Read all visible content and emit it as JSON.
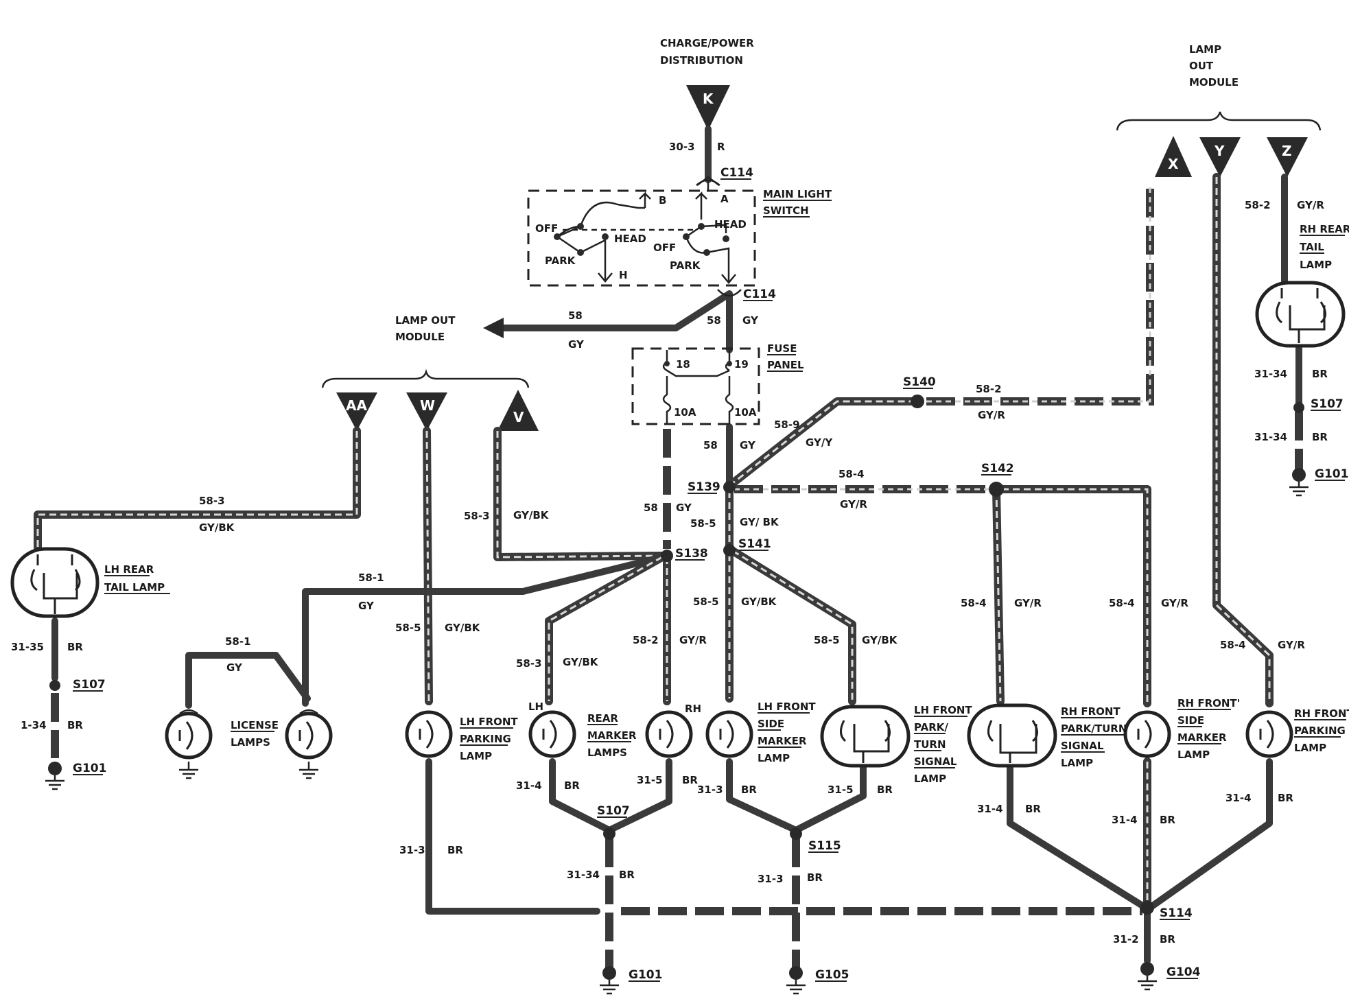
{
  "title_block": {
    "source_label_line1": "CHARGE/POWER",
    "source_label_line2": "DISTRIBUTION",
    "lamp_out_right_line1": "LAMP",
    "lamp_out_right_line2": "OUT",
    "lamp_out_right_line3": "MODULE",
    "lamp_out_left_line1": "LAMP OUT",
    "lamp_out_left_line2": "MODULE"
  },
  "connectors": {
    "K": "K",
    "X": "X",
    "Y": "Y",
    "Z": "Z",
    "AA": "AA",
    "W": "W",
    "V": "V",
    "C114_top": "C114",
    "C114_bottom": "C114"
  },
  "switch": {
    "name_line1": "MAIN LIGHT",
    "name_line2": "SWITCH",
    "off_left": "OFF",
    "park_left": "PARK",
    "head_left": "HEAD",
    "off_right": "OFF",
    "park_right": "PARK",
    "head_right": "HEAD",
    "term_b": "B",
    "term_a": "A",
    "term_h": "H"
  },
  "fuse_panel": {
    "name_line1": "FUSE",
    "name_line2": "PANEL",
    "fuse18": "18",
    "fuse19": "19",
    "amp_left": "10A",
    "amp_right": "10A"
  },
  "wires": {
    "w30_3": "30-3",
    "r": "R",
    "w58_arrow": "58",
    "gy_arrow": "GY",
    "w58_c114": "58",
    "gy_c114": "GY",
    "w58_fuse": "58",
    "gy_fuse": "GY",
    "w58_s138": "58",
    "gy_s138": "GY",
    "w58_9": "58-9",
    "gyy": "GY/Y",
    "w58_2_top": "58-2",
    "gyr_top": "GY/R",
    "w58_4_top": "58-4",
    "gyr_mid": "GY/R",
    "w58_5_s141": "58-5",
    "gybk_s141": "GY/ BK",
    "w58_3_left": "58-3",
    "gybk_left": "GY/BK",
    "w58_3_v": "58-3",
    "gybk_v": "GY/BK",
    "w58_1_a": "58-1",
    "gy_a": "GY",
    "w58_1_b": "58-1",
    "gy_b": "GY",
    "w58_5_w": "58-5",
    "gybk_w": "GY/BK",
    "w58_3_rm": "58-3",
    "gybk_rm": "GY/BK",
    "w58_2_rm": "58-2",
    "gyr_rm": "GY/R",
    "w58_5_lfs": "58-5",
    "gybk_lfs": "GY/BK",
    "w58_5_lfp": "58-5",
    "gybk_lfp": "GY/BK",
    "w58_4_rfp": "58-4",
    "gyr_rfp": "GY/R",
    "w58_4_rfs": "58-4",
    "gyr_rfs": "GY/R",
    "w58_4_rfpk": "58-4",
    "gyr_rfpk": "GY/R",
    "w58_2_rr": "58-2",
    "gyr_rr": "GY/R",
    "w31_34_rr": "31-34",
    "br_rr": "BR",
    "w31_34_rr2": "31-34",
    "br_rr2": "BR",
    "w31_35": "31-35",
    "br_lr": "BR",
    "w1_34": "1-34",
    "br_lr2": "BR",
    "w31_4_rm": "31-4",
    "br_rm1": "BR",
    "w31_5_rm": "31-5",
    "br_rm2": "BR",
    "w31_3_lfs": "31-3",
    "br_lfs": "BR",
    "w31_5_lfp": "31-5",
    "br_lfp": "BR",
    "w31_3_lfpk": "31-3",
    "br_lfpk": "BR",
    "w31_34_s107": "31-34",
    "br_s107": "BR",
    "w31_3_s115": "31-3",
    "br_s115": "BR",
    "w31_4_rfp": "31-4",
    "br_rfp": "BR",
    "w31_4_rfs": "31-4",
    "br_rfs": "BR",
    "w31_4_rfpk": "31-4",
    "br_rfpk": "BR",
    "w31_2": "31-2",
    "br_g104": "BR",
    "lh": "LH",
    "rh": "RH"
  },
  "splices": {
    "s138": "S138",
    "s139": "S139",
    "s140": "S140",
    "s141": "S141",
    "s142": "S142",
    "s107_rr": "S107",
    "s107_lr": "S107",
    "s107_mid": "S107",
    "s115": "S115",
    "s114": "S114"
  },
  "grounds": {
    "g101_rr": "G101",
    "g101_lr": "G101",
    "g101_mid": "G101",
    "g105": "G105",
    "g104": "G104"
  },
  "components": {
    "rh_rear_tail": [
      "RH REAR",
      "TAIL",
      "LAMP"
    ],
    "lh_rear_tail": [
      "LH REAR",
      "TAIL  LAMP"
    ],
    "license": [
      "LICENSE",
      "LAMPS"
    ],
    "lh_front_parking": [
      "LH FRONT",
      "PARKING",
      "LAMP"
    ],
    "rear_marker": [
      "REAR",
      "MARKER",
      "LAMPS"
    ],
    "lh_front_side_marker": [
      "LH FRONT",
      "SIDE",
      "MARKER",
      "LAMP"
    ],
    "lh_front_park_turn": [
      "LH FRONT",
      "PARK/",
      "TURN",
      "SIGNAL",
      "LAMP"
    ],
    "rh_front_park_turn": [
      "RH FRONT",
      "PARK/TURN",
      "SIGNAL",
      "LAMP"
    ],
    "rh_front_side_marker": [
      "RH FRONT'",
      "SIDE",
      "MARKER",
      "LAMP"
    ],
    "rh_front_parking": [
      "RH FRONT",
      "PARKING",
      "LAMP"
    ]
  }
}
